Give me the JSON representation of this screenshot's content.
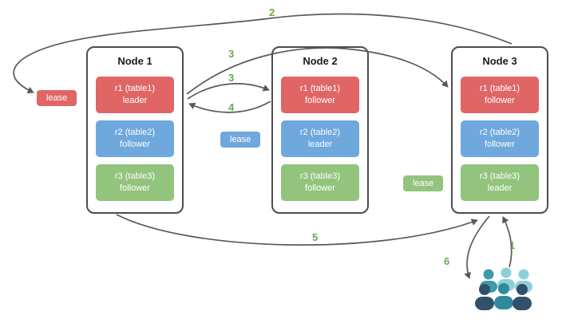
{
  "diagram": {
    "nodes": [
      {
        "title": "Node 1",
        "replicas": [
          {
            "line1": "r1 (table1)",
            "line2": "leader",
            "color": "red"
          },
          {
            "line1": "r2 (table2)",
            "line2": "follower",
            "color": "blue"
          },
          {
            "line1": "r3 (table3)",
            "line2": "follower",
            "color": "green"
          }
        ]
      },
      {
        "title": "Node 2",
        "replicas": [
          {
            "line1": "r1 (table1)",
            "line2": "follower",
            "color": "red"
          },
          {
            "line1": "r2 (table2)",
            "line2": "leader",
            "color": "blue"
          },
          {
            "line1": "r3 (table3)",
            "line2": "follower",
            "color": "green"
          }
        ]
      },
      {
        "title": "Node 3",
        "replicas": [
          {
            "line1": "r1 (table1)",
            "line2": "follower",
            "color": "red"
          },
          {
            "line1": "r2 (table2)",
            "line2": "follower",
            "color": "blue"
          },
          {
            "line1": "r3 (table3)",
            "line2": "leader",
            "color": "green"
          }
        ]
      }
    ],
    "leases": [
      {
        "label": "lease",
        "color": "red"
      },
      {
        "label": "lease",
        "color": "blue"
      },
      {
        "label": "lease",
        "color": "green"
      }
    ],
    "steps": {
      "step1": "1",
      "step2": "2",
      "step3a": "3",
      "step3b": "3",
      "step4": "4",
      "step5": "5",
      "step6": "6"
    },
    "colors": {
      "replica_red": "#e06666",
      "replica_blue": "#6fa8dc",
      "replica_green": "#93c47d",
      "arrow_gray": "#595959",
      "step_green": "#6aa84f",
      "node_border": "#4d4d4d",
      "users_light_teal": "#8fd0d8",
      "users_teal": "#3e9aa8",
      "users_navy": "#31506b"
    }
  }
}
